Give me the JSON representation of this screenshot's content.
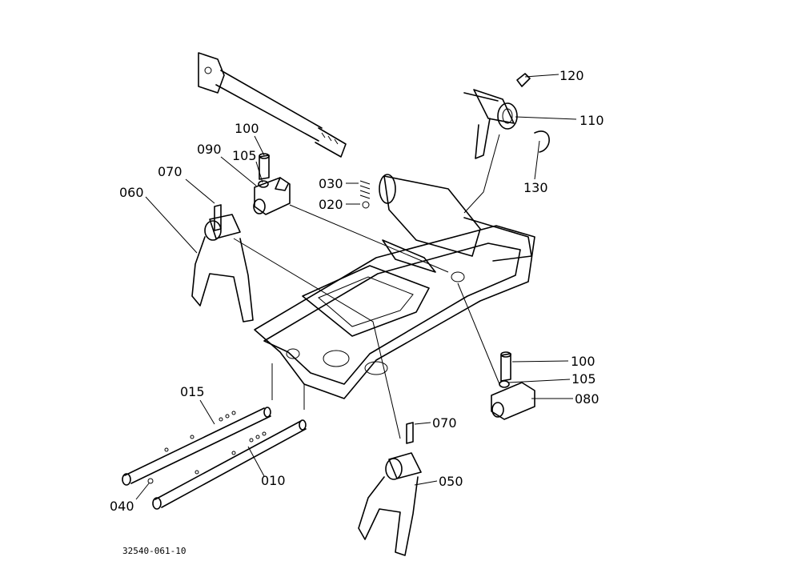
{
  "labels": {
    "p120": "120",
    "p110": "110",
    "p130": "130",
    "p100a": "100",
    "p090": "090",
    "p105a": "105",
    "p070a": "070",
    "p060": "060",
    "p030": "030",
    "p020": "020",
    "p100b": "100",
    "p105b": "105",
    "p080": "080",
    "p070b": "070",
    "p050": "050",
    "p015": "015",
    "p010": "010",
    "p040": "040"
  },
  "drawing_code": "32540-061-10"
}
